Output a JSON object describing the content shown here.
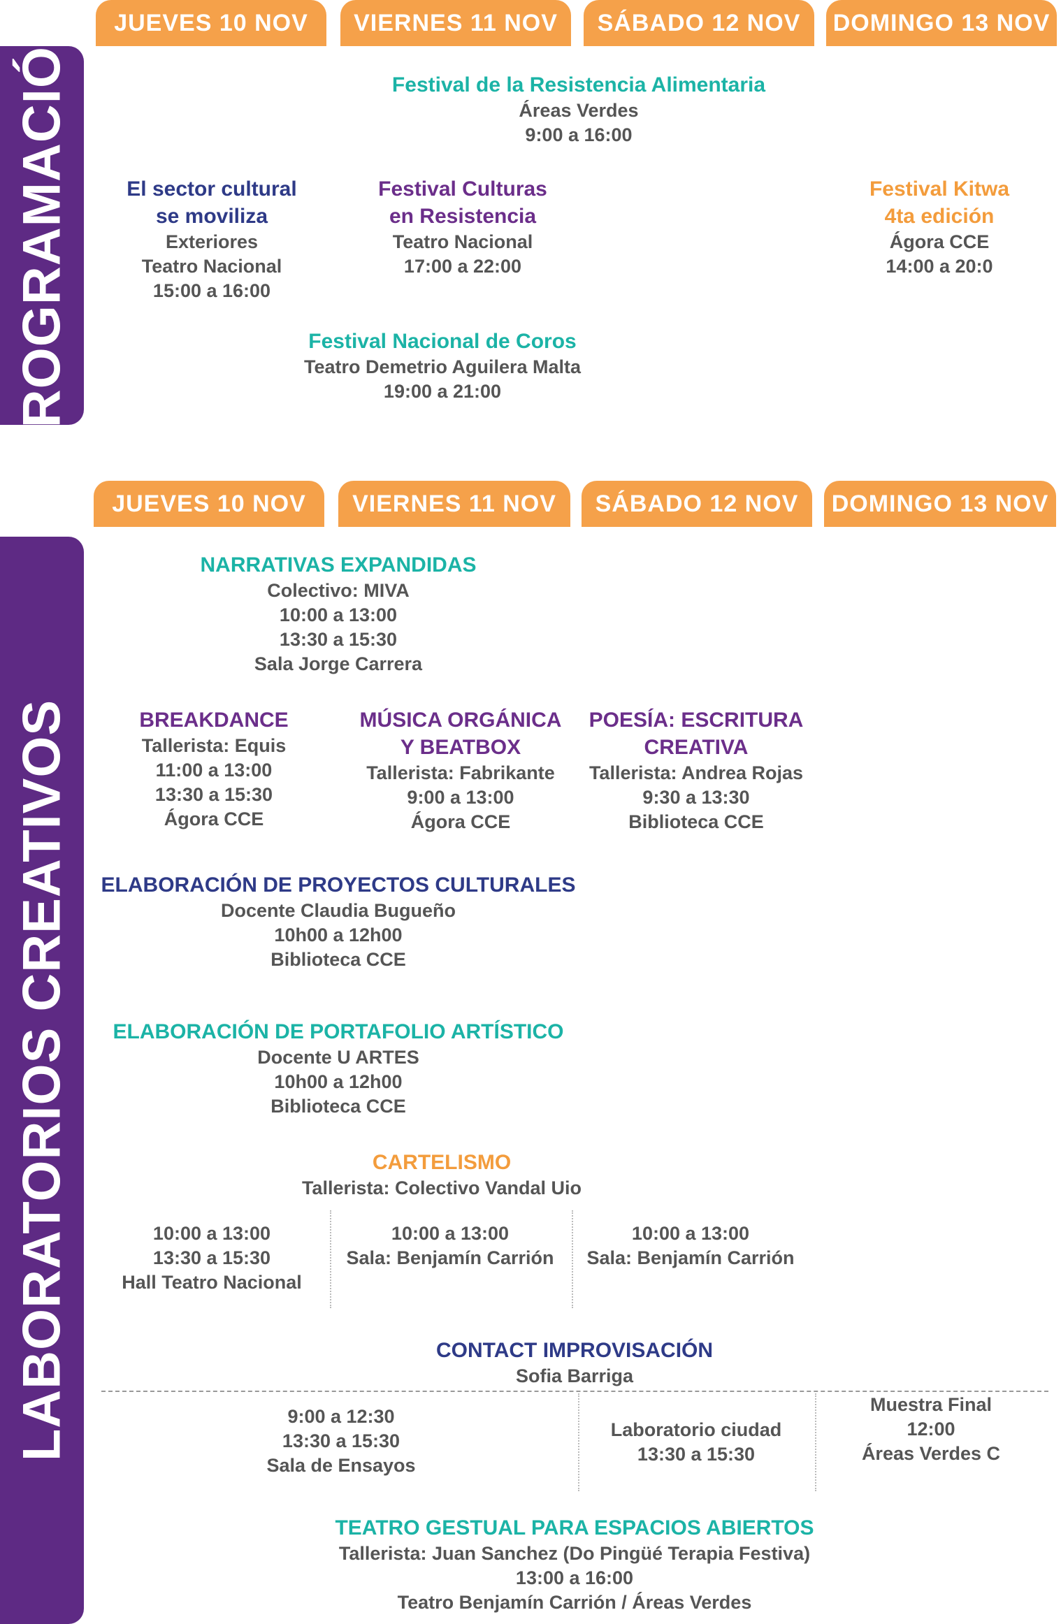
{
  "programacion": {
    "label": "PROGRAMACIÓN",
    "days": [
      "JUEVES 10 NOV",
      "VIERNES 11 NOV",
      "SÁBADO 12 NOV",
      "DOMINGO 13 NOV"
    ],
    "events": [
      {
        "title": [
          "Festival de la Resistencia Alimentaria"
        ],
        "lines": [
          "Áreas Verdes",
          "9:00 a 16:00"
        ]
      },
      {
        "title": [
          "El sector cultural",
          "se moviliza"
        ],
        "lines": [
          "Exteriores",
          "Teatro Nacional",
          "15:00 a 16:00"
        ]
      },
      {
        "title": [
          "Festival Culturas",
          "en Resistencia"
        ],
        "lines": [
          "Teatro Nacional",
          "17:00 a 22:00"
        ]
      },
      {
        "title": [
          "Festival Kitwa",
          "4ta edición"
        ],
        "lines": [
          "Ágora CCE",
          "14:00 a 20:0"
        ]
      },
      {
        "title": [
          "Festival Nacional de Coros"
        ],
        "lines": [
          "Teatro Demetrio Aguilera Malta",
          "19:00 a 21:00"
        ]
      }
    ]
  },
  "laboratorios": {
    "label": "LABORATORIOS CREATIVOS",
    "days": [
      "JUEVES 10 NOV",
      "VIERNES 11 NOV",
      "SÁBADO 12 NOV",
      "DOMINGO 13 NOV"
    ],
    "events": [
      {
        "title": [
          "NARRATIVAS EXPANDIDAS"
        ],
        "lines": [
          "Colectivo: MIVA",
          "10:00 a 13:00",
          "13:30 a 15:30",
          "Sala Jorge Carrera"
        ]
      },
      {
        "title": [
          "BREAKDANCE"
        ],
        "lines": [
          "Tallerista: Equis",
          "11:00 a 13:00",
          "13:30 a 15:30",
          "Ágora CCE"
        ]
      },
      {
        "title": [
          "MÚSICA ORGÁNICA",
          "Y BEATBOX"
        ],
        "lines": [
          "Tallerista: Fabrikante",
          "9:00 a 13:00",
          "Ágora CCE"
        ]
      },
      {
        "title": [
          "POESÍA: ESCRITURA",
          "CREATIVA"
        ],
        "lines": [
          "Tallerista: Andrea Rojas",
          "9:30 a 13:30",
          "Biblioteca CCE"
        ]
      },
      {
        "title": [
          "ELABORACIÓN DE PROYECTOS CULTURALES"
        ],
        "lines": [
          "Docente Claudia Bugueño",
          "10h00 a 12h00",
          "Biblioteca CCE"
        ]
      },
      {
        "title": [
          "ELABORACIÓN DE PORTAFOLIO ARTÍSTICO"
        ],
        "lines": [
          "Docente U ARTES",
          "10h00 a 12h00",
          "Biblioteca CCE"
        ]
      },
      {
        "title": [
          "CARTELISMO"
        ],
        "lines": [
          "Tallerista: Colectivo Vandal Uio"
        ]
      },
      {
        "title": [],
        "lines": [
          "10:00 a 13:00",
          "13:30 a 15:30",
          "Hall Teatro Nacional"
        ]
      },
      {
        "title": [],
        "lines": [
          "10:00 a 13:00",
          "Sala: Benjamín Carrión"
        ]
      },
      {
        "title": [],
        "lines": [
          "10:00 a 13:00",
          "Sala: Benjamín Carrión"
        ]
      },
      {
        "title": [
          "CONTACT IMPROVISACIÓN"
        ],
        "lines": [
          "Sofia Barriga"
        ]
      },
      {
        "title": [],
        "lines": [
          "9:00 a 12:30",
          "13:30 a 15:30",
          "Sala de Ensayos"
        ]
      },
      {
        "title": [],
        "lines": [
          "Laboratorio ciudad",
          "13:30 a 15:30"
        ]
      },
      {
        "title": [],
        "lines": [
          "Muestra Final",
          "12:00",
          "Áreas Verdes C"
        ]
      },
      {
        "title": [
          "TEATRO GESTUAL PARA ESPACIOS ABIERTOS"
        ],
        "lines": [
          "Tallerista: Juan Sanchez (Do Pingüé Terapia Festiva)",
          "13:00 a 16:00",
          "Teatro Benjamín Carrión / Áreas Verdes"
        ]
      }
    ]
  },
  "colors": {
    "purple": "#5e2a84",
    "orange": "#f5a14a",
    "teal": "#1bb3a6",
    "violet": "#6b2e8a",
    "navy": "#2e3a87",
    "gold": "#f39c3c"
  }
}
